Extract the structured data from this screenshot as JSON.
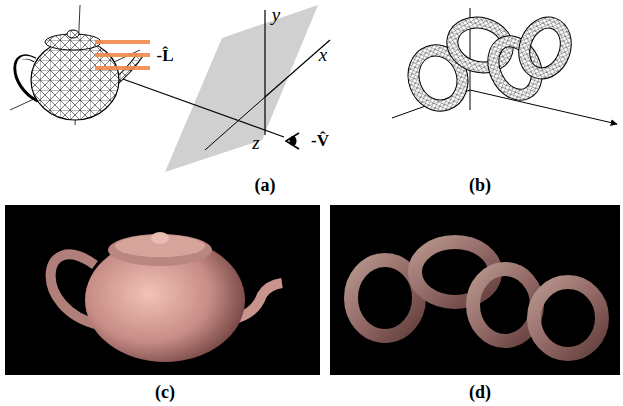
{
  "diagram": {
    "labels": [
      "-L̂",
      "y",
      "x",
      "z",
      "-V̂",
      "(a)",
      "(b)",
      "(c)",
      "(d)"
    ]
  }
}
